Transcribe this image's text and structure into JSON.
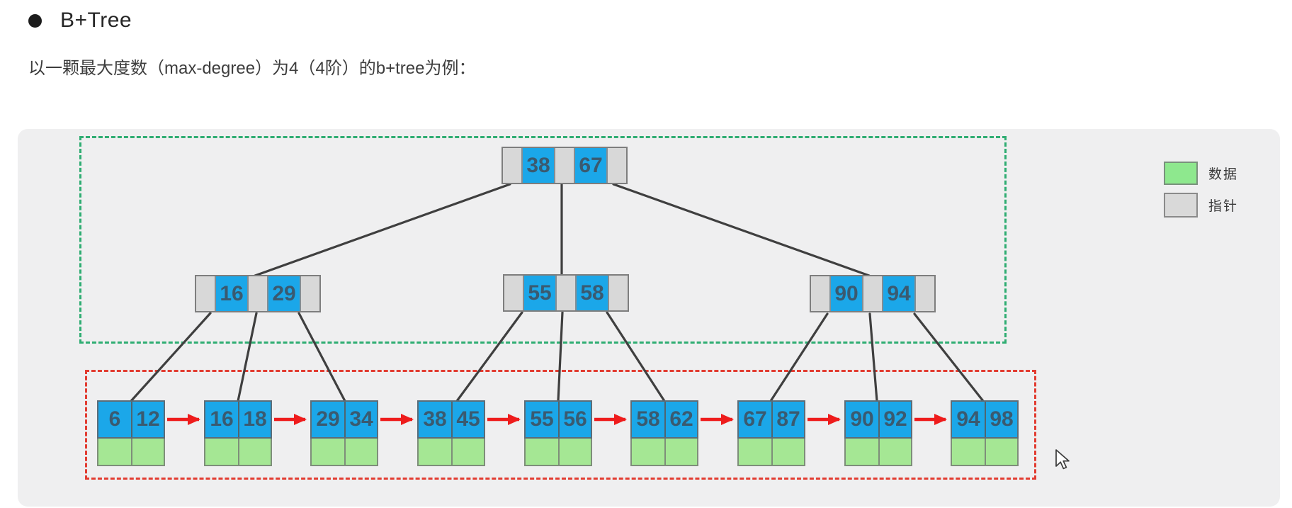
{
  "header": {
    "bullet": "●",
    "title": "B+Tree"
  },
  "subtitle": "以一颗最大度数（max-degree）为4（4阶）的b+tree为例：",
  "tree": {
    "root": {
      "keys": [
        "38",
        "67"
      ]
    },
    "internal_nodes": [
      {
        "keys": [
          "16",
          "29"
        ]
      },
      {
        "keys": [
          "55",
          "58"
        ]
      },
      {
        "keys": [
          "90",
          "94"
        ]
      }
    ],
    "leaf_nodes": [
      {
        "keys": [
          "6",
          "12"
        ]
      },
      {
        "keys": [
          "16",
          "18"
        ]
      },
      {
        "keys": [
          "29",
          "34"
        ]
      },
      {
        "keys": [
          "38",
          "45"
        ]
      },
      {
        "keys": [
          "55",
          "56"
        ]
      },
      {
        "keys": [
          "58",
          "62"
        ]
      },
      {
        "keys": [
          "67",
          "87"
        ]
      },
      {
        "keys": [
          "90",
          "92"
        ]
      },
      {
        "keys": [
          "94",
          "98"
        ]
      }
    ]
  },
  "legend": {
    "items": [
      {
        "label": "数据",
        "color": "#8ee88e"
      },
      {
        "label": "指针",
        "color": "#d9d9d9"
      }
    ]
  },
  "colors": {
    "key_cell": "#1ba7e9",
    "pointer_cell": "#d8d8d8",
    "data_cell": "#a5e794",
    "index_region_border": "#2fad72",
    "data_region_border": "#e23c31",
    "tree_edge": "#3f3f3f",
    "leaf_link_arrow": "#ee1c1c",
    "panel_background": "#efeff0"
  },
  "icons": {
    "bullet": "bullet-dot",
    "cursor": "mouse-arrow-cursor"
  }
}
